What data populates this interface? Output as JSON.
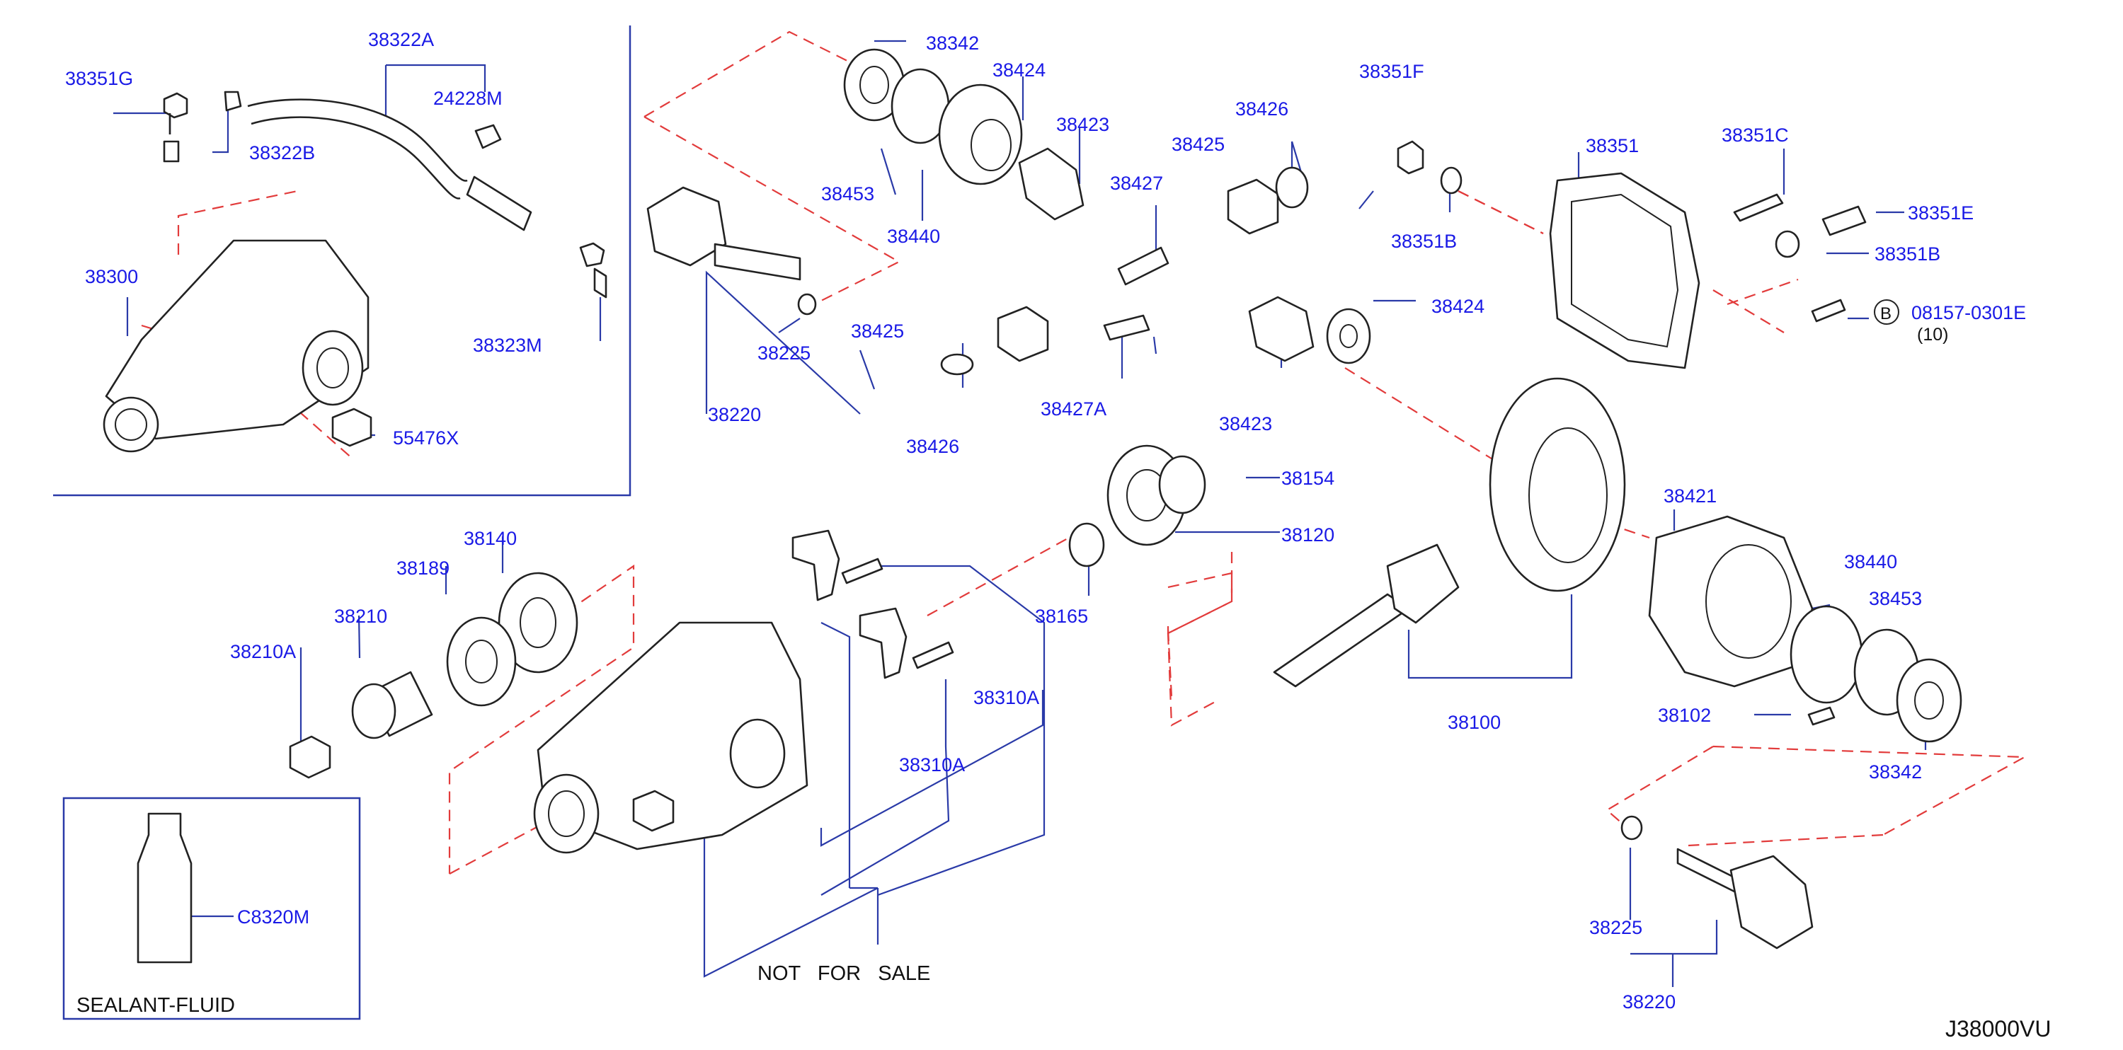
{
  "labels": {
    "l38351G": "38351G",
    "l38322A": "38322A",
    "l24228M": "24228M",
    "l38322B": "38322B",
    "l38300": "38300",
    "l38323M": "38323M",
    "l55476X": "55476X",
    "l38342a": "38342",
    "l38424a": "38424",
    "l38423a": "38423",
    "l38453a": "38453",
    "l38440a": "38440",
    "l38427": "38427",
    "l38425a": "38425",
    "l38426a": "38426",
    "l38225a": "38225",
    "l38220a": "38220",
    "l38425b": "38425",
    "l38426b": "38426",
    "l38427A": "38427A",
    "l38351F": "38351F",
    "l38351Bt": "38351B",
    "l38351": "38351",
    "l38351C": "38351C",
    "l38351E": "38351E",
    "l38351Br": "38351B",
    "l38424b": "38424",
    "l38423b": "38423",
    "l08157": "08157-0301E",
    "l10": "(10)",
    "bmark": "B",
    "l38154": "38154",
    "l38120": "38120",
    "l38165": "38165",
    "l38140": "38140",
    "l38189": "38189",
    "l38210": "38210",
    "l38210A": "38210A",
    "l38310Aa": "38310A",
    "l38310Ab": "38310A",
    "l38421": "38421",
    "l38440b": "38440",
    "l38453b": "38453",
    "l38102": "38102",
    "l38342b": "38342",
    "l38100": "38100",
    "l38225b": "38225",
    "l38220b": "38220",
    "lC8320M": "C8320M",
    "sealant": "SEALANT-FLUID",
    "nfs": "NOT   FOR   SALE",
    "code": "J38000VU"
  }
}
